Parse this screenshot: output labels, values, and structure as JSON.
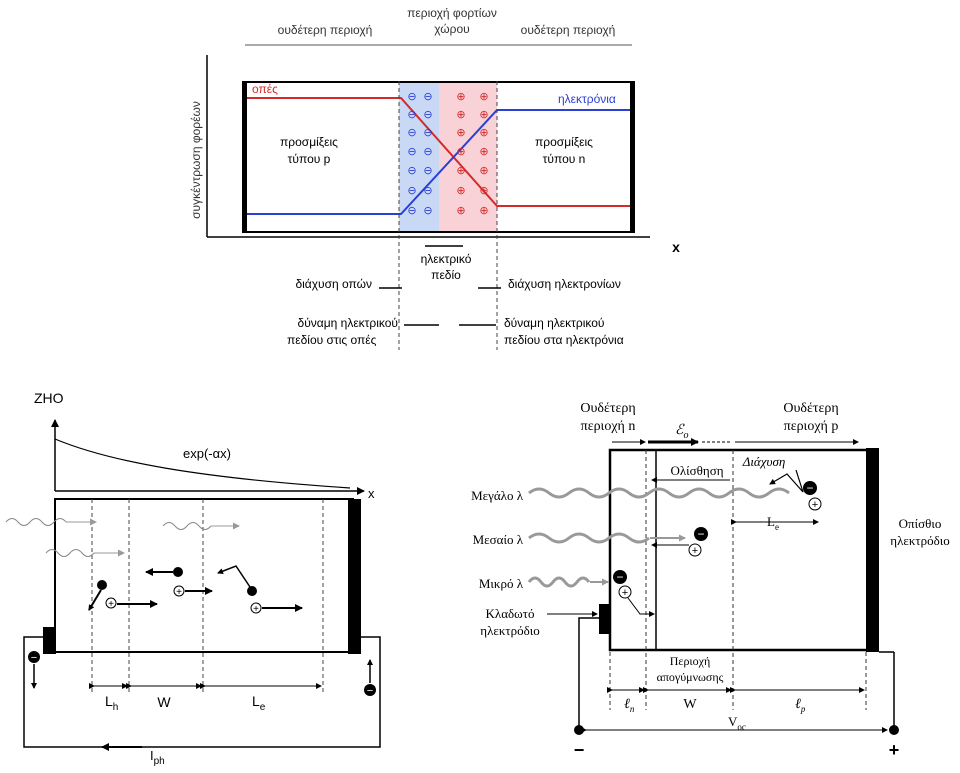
{
  "junction": {
    "header_left": "ουδέτερη περιοχή",
    "header_center_1": "περιοχή φορτίων",
    "header_center_2": "χώρου",
    "header_right": "ουδέτερη περιοχή",
    "y_axis": "συγκέντρωση φορέων",
    "x_axis": "x",
    "holes": "οπές",
    "electrons": "ηλεκτρόνια",
    "p_doping_1": "προσμίξεις",
    "p_doping_2": "τύπου p",
    "n_doping_1": "προσμίξεις",
    "n_doping_2": "τύπου n",
    "neg_ion": "⊖",
    "pos_ion": "⊕",
    "field_1": "ηλεκτρικό",
    "field_2": "πεδίο",
    "hole_diffusion": "διάχυση οπών",
    "electron_diffusion": "διάχυση ηλεκτρονίων",
    "field_force_holes_1": "δύναμη ηλεκτρικού",
    "field_force_holes_2": "πεδίου στις οπές",
    "field_force_electrons_1": "δύναμη ηλεκτρικού",
    "field_force_electrons_2": "πεδίου στα ηλεκτρόνια",
    "colors": {
      "holes": "#d42a2a",
      "electrons": "#2a3fd4",
      "neg_region": "#c9d9f5",
      "pos_region": "#f8d2d6"
    }
  },
  "generation": {
    "y_axis": "ZHO",
    "x_axis": "x",
    "curve_label": "exp(-αx)",
    "label_lh": "L",
    "label_lh_sub": "h",
    "label_w": "W",
    "label_le": "L",
    "label_le_sub": "e",
    "label_iph": "I",
    "label_iph_sub": "ph",
    "minus": "−",
    "plus": "+"
  },
  "cell": {
    "neutral_n_1": "Ουδέτερη",
    "neutral_n_2": "περιοχή n",
    "field_symbol": "ℰ",
    "field_sub": "o",
    "neutral_p_1": "Ουδέτερη",
    "neutral_p_2": "περιοχή p",
    "drift": "Ολίσθηση",
    "diffusion": "Διάχυση",
    "long_lambda": "Μεγάλο λ",
    "medium_lambda": "Μεσαίο λ",
    "short_lambda": "Μικρό λ",
    "finger_electrode_1": "Κλαδωτό",
    "finger_electrode_2": "ηλεκτρόδιο",
    "back_electrode_1": "Οπίσθιο",
    "back_electrode_2": "ηλεκτρόδιο",
    "le_label": "L",
    "le_sub": "e",
    "depletion_1": "Περιοχή",
    "depletion_2": "απογύμνωσης",
    "ln_label": "ℓ",
    "ln_sub": "n",
    "w_label": "W",
    "lp_label": "ℓ",
    "lp_sub": "p",
    "voc_label": "V",
    "voc_sub": "oc",
    "minus": "−",
    "plus": "+"
  }
}
